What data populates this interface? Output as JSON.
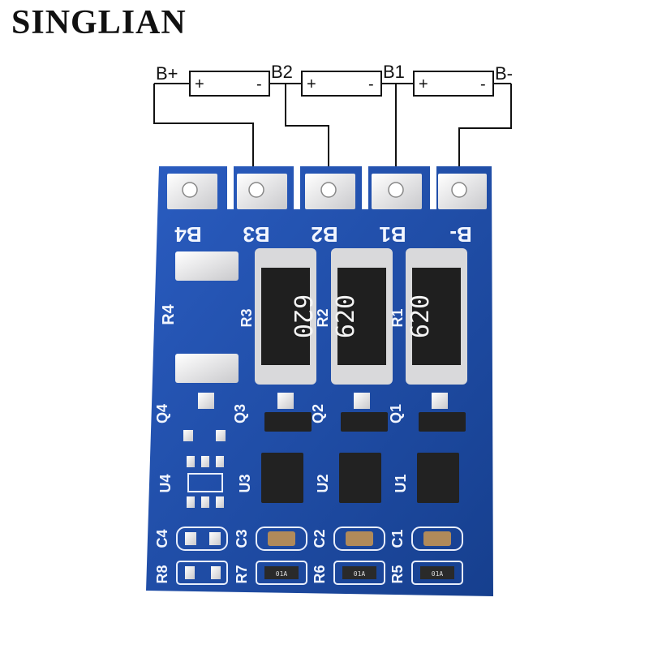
{
  "brand": {
    "name": "SINGLIAN"
  },
  "diagram": {
    "terminals": [
      "B+",
      "B2",
      "B1",
      "B-"
    ],
    "cells": [
      {
        "plus": "+",
        "minus": "-"
      },
      {
        "plus": "+",
        "minus": "-"
      },
      {
        "plus": "+",
        "minus": "-"
      }
    ]
  },
  "board": {
    "pad_labels": [
      "B4",
      "B3",
      "B2",
      "B1",
      "B-"
    ],
    "resistors": [
      {
        "ref": "R3",
        "code": "620"
      },
      {
        "ref": "R2",
        "code": "620"
      },
      {
        "ref": "R1",
        "code": "620"
      }
    ],
    "r4_label": "R4",
    "mosfets": [
      "Q4",
      "Q3",
      "Q2",
      "Q1"
    ],
    "ics": [
      "U4",
      "U3",
      "U2",
      "U1"
    ],
    "caps": [
      "C4",
      "C3",
      "C2",
      "C1"
    ],
    "small_resistors": [
      "R8",
      "R7",
      "R6",
      "R5"
    ],
    "small_code": "01A",
    "colors": {
      "pcb": "#1f4fa8",
      "pad": "#e9e9ea",
      "chip": "#222222"
    }
  }
}
